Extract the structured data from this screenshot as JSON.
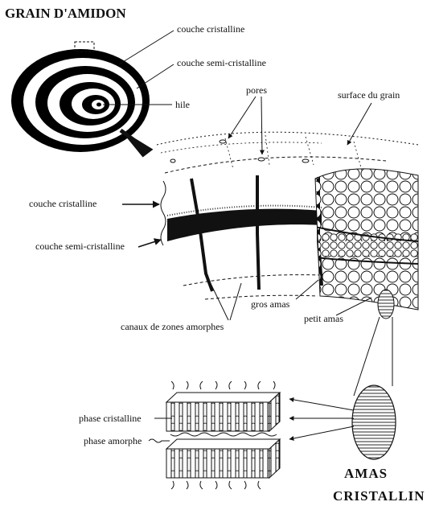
{
  "title": "GRAIN D'AMIDON",
  "grain_labels": {
    "crystalline_layer": "couche cristalline",
    "semicrystalline_layer": "couche semi-cristalline",
    "hilum": "hile"
  },
  "section_labels": {
    "pores": "pores",
    "grain_surface": "surface du grain",
    "crystalline_layer": "couche cristalline",
    "semicrystalline_layer": "couche semi-cristalline",
    "large_cluster": "gros amas",
    "small_cluster": "petit amas",
    "amorphous_channels": "canaux de zones amorphes"
  },
  "block_labels": {
    "crystalline_phase": "phase cristalline",
    "amorphous_phase": "phase amorphe"
  },
  "cluster_title_line1": "AMAS",
  "cluster_title_line2": "CRISTALLIN"
}
